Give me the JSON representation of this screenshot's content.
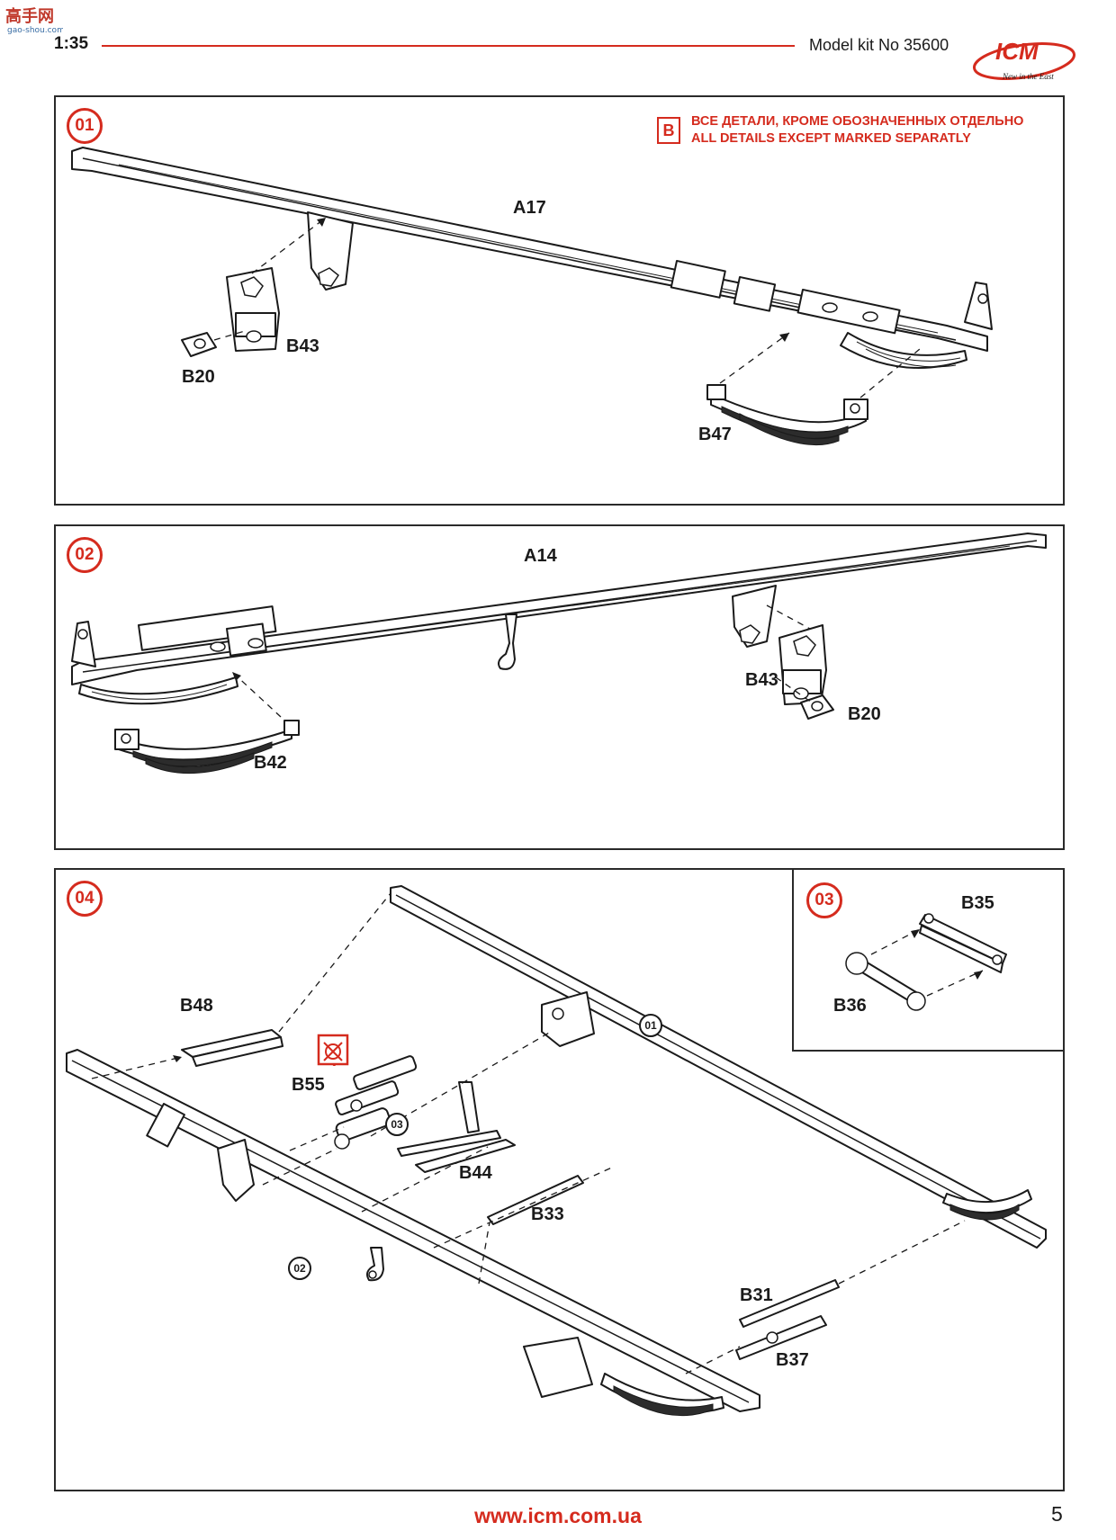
{
  "header": {
    "scale": "1:35",
    "kit_title": "Model kit No 35600",
    "logo_text": "ICM",
    "logo_tagline": "New in the East",
    "watermark_text": "高手网 gao-shou.com"
  },
  "step_01": {
    "number": "01",
    "note_badge": "B",
    "note_ru": "ВСЕ ДЕТАЛИ, КРОМЕ ОБОЗНАЧЕННЫХ ОТДЕЛЬНО",
    "note_en": "ALL DETAILS EXCEPT MARKED SEPARATLY",
    "parts": [
      "A17",
      "B43",
      "B20",
      "B47"
    ]
  },
  "step_02": {
    "number": "02",
    "parts": [
      "A14",
      "B43",
      "B20",
      "B42"
    ]
  },
  "step_03": {
    "number": "03",
    "parts": [
      "B35",
      "B36"
    ]
  },
  "step_04": {
    "number": "04",
    "parts": [
      "B48",
      "B55",
      "B44",
      "B33",
      "B31",
      "B37"
    ],
    "refs": [
      "01",
      "03",
      "02"
    ]
  },
  "footer": {
    "website": "www.icm.com.ua",
    "page_number": "5"
  }
}
